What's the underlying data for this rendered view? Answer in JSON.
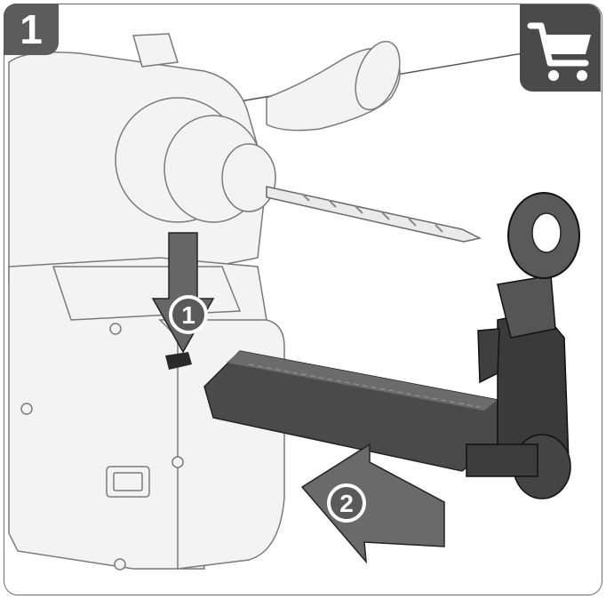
{
  "step": {
    "number": "1"
  },
  "callouts": [
    {
      "number": "1",
      "meaning": "push-down"
    },
    {
      "number": "2",
      "meaning": "slide-in"
    }
  ],
  "icons": {
    "cart": "shopping-cart-icon",
    "arrow_down": "arrow-down-icon",
    "arrow_left": "arrow-left-icon"
  },
  "colors": {
    "badge": "#5c5c5c",
    "cart_box": "#4a4a4a",
    "arrow": "#6a6a6a",
    "accessory": "#3a3a3a",
    "tool_outline": "#7a7a7a"
  }
}
